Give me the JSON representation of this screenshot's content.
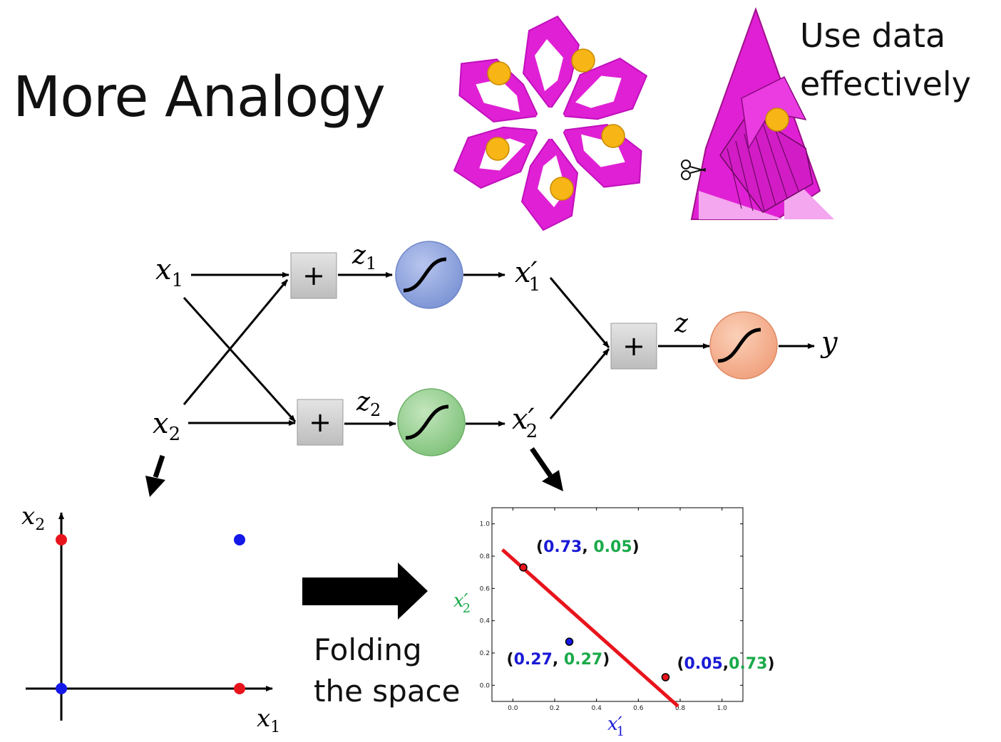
{
  "title": "More Analogy",
  "tagline": {
    "line1": "Use data",
    "line2": "effectively"
  },
  "network": {
    "inputs": {
      "x1": "x",
      "x1_sub": "1",
      "x2": "x",
      "x2_sub": "2"
    },
    "sum_symbol": "+",
    "z1": "z",
    "z1_sub": "1",
    "z2": "z",
    "z2_sub": "2",
    "z": "z",
    "hidden1": "x′",
    "hidden1_sub": "1",
    "hidden2": "x′",
    "hidden2_sub": "2",
    "output": "y",
    "colors": {
      "node1": "#7b93d4",
      "node2": "#7fc27a",
      "node_out": "#f0a07c"
    }
  },
  "fold_label": {
    "line1": "Folding",
    "line2": "the space"
  },
  "input_space": {
    "x_label": "x",
    "x_sub": "1",
    "y_label": "x",
    "y_sub": "2",
    "points": [
      {
        "x": 0,
        "y": 1,
        "color": "#e8141c"
      },
      {
        "x": 1,
        "y": 1,
        "color": "#1418e8"
      },
      {
        "x": 0,
        "y": 0,
        "color": "#1418e8"
      },
      {
        "x": 1,
        "y": 0,
        "color": "#e8141c"
      }
    ]
  },
  "chart_data": {
    "type": "scatter",
    "xlim": [
      -0.1,
      1.1
    ],
    "ylim": [
      -0.1,
      1.1
    ],
    "x_ticks": [
      "0.0",
      "0.2",
      "0.4",
      "0.6",
      "0.8",
      "1.0"
    ],
    "y_ticks": [
      "0.0",
      "0.2",
      "0.4",
      "0.6",
      "0.8",
      "1.0"
    ],
    "x_label": "x′",
    "x_sub": "1",
    "y_label": "x′",
    "y_sub": "2",
    "points": [
      {
        "x": 0.05,
        "y": 0.73,
        "color": "#e8141c",
        "label_a": "0.73",
        "label_b": "0.05"
      },
      {
        "x": 0.27,
        "y": 0.27,
        "color": "#1418e8",
        "label_a": "0.27",
        "label_b": "0.27"
      },
      {
        "x": 0.73,
        "y": 0.05,
        "color": "#e8141c",
        "label_a": "0.05",
        "label_b": "0.73"
      }
    ],
    "decision_line": {
      "x": [
        -0.05,
        0.79
      ],
      "y": [
        0.84,
        -0.13
      ],
      "color": "#e8141c"
    },
    "label_colors": {
      "a": "#1a1ad6",
      "b": "#1aaa4a",
      "paren": "#111111"
    }
  }
}
